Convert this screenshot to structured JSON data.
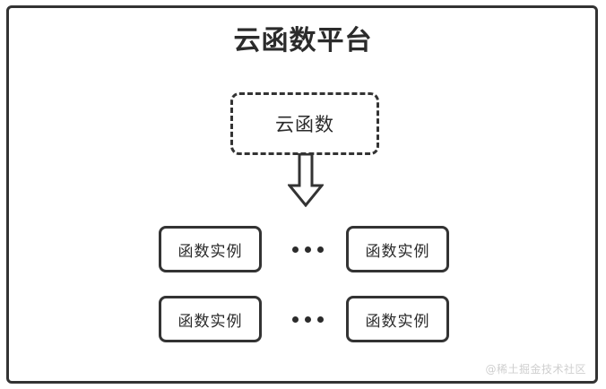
{
  "diagram": {
    "platform": {
      "title": "云函数平台",
      "border_color": "#333333",
      "background_color": "#ffffff"
    },
    "cloud_function": {
      "label": "云函数",
      "border_style": "dashed",
      "border_color": "#333333"
    },
    "arrow": {
      "icon_name": "down-block-arrow",
      "direction": "down",
      "color": "#333333"
    },
    "instances": {
      "rows": [
        {
          "left": {
            "label": "函数实例"
          },
          "ellipsis": "•••",
          "right": {
            "label": "函数实例"
          }
        },
        {
          "left": {
            "label": "函数实例"
          },
          "ellipsis": "•••",
          "right": {
            "label": "函数实例"
          }
        }
      ]
    },
    "watermark": {
      "text": "@稀土掘金技术社区",
      "color": "#cfcfcf"
    }
  }
}
